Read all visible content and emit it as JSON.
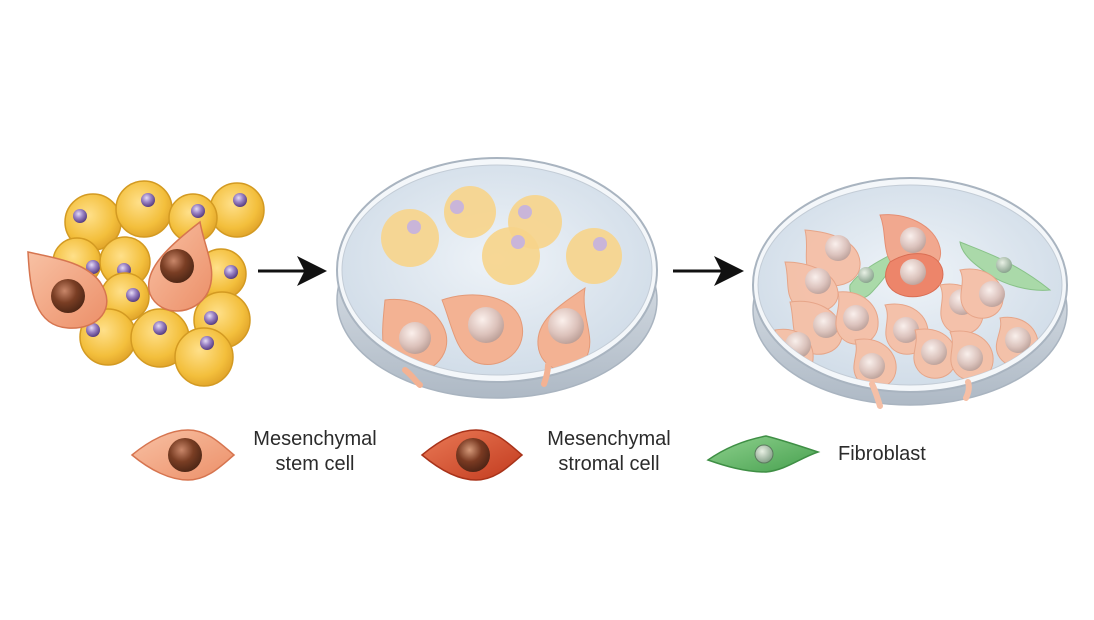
{
  "legend": {
    "stem": {
      "line1": "Mesenchymal",
      "line2": "stem cell"
    },
    "stromal": {
      "line1": "Mesenchymal",
      "line2": "stromal cell"
    },
    "fibroblast": {
      "label": "Fibroblast"
    }
  },
  "colors": {
    "background": "#ffffff",
    "yellow_cell": "#f3bf3c",
    "yellow_cell_edge": "#d59a1c",
    "nucleus_small": "#6d4f97",
    "nucleus_small_highlight": "#c8b6e6",
    "stem_cell": "#f0a07c",
    "stem_cell_edge": "#d97a52",
    "stromal_cell": "#d24a2a",
    "fibroblast": "#64b36a",
    "nucleus_brown": "#6a3620",
    "dish_liquid": "#dde6ef",
    "dish_rim": "#b9c3cf",
    "arrow": "#111111"
  },
  "icons": [
    "stem-cell-icon",
    "stromal-cell-icon",
    "fibroblast-icon",
    "petri-dish-icon",
    "arrow-right-icon"
  ]
}
